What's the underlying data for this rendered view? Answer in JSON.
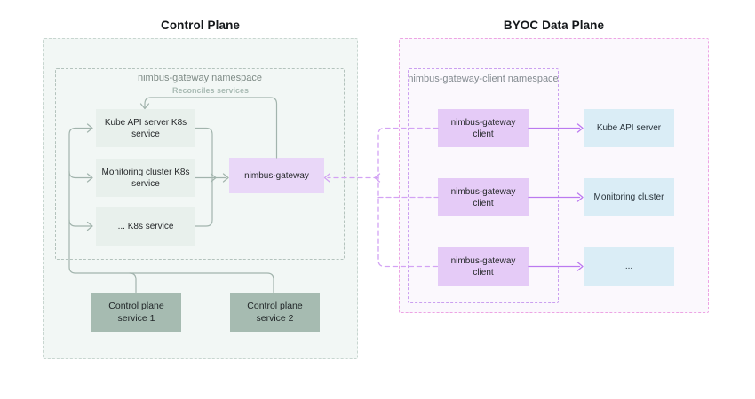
{
  "control_plane": {
    "title": "Control Plane",
    "namespace_title": "nimbus-gateway namespace",
    "reconciles_label": "Reconciles services",
    "k8s_services": [
      "Kube API server K8s service",
      "Monitoring cluster K8s service",
      "... K8s service"
    ],
    "gateway_label": "nimbus-gateway",
    "plane_services": [
      "Control plane service 1",
      "Control plane service 2"
    ]
  },
  "data_plane": {
    "title": "BYOC Data Plane",
    "namespace_title": "nimbus-gateway-client namespace",
    "client_labels": [
      "nimbus-gateway client",
      "nimbus-gateway client",
      "nimbus-gateway client"
    ],
    "target_labels": [
      "Kube API server",
      "Monitoring cluster",
      "..."
    ]
  },
  "colors": {
    "k8s_service_fill": "#e8f0ec",
    "gateway_fill": "#e9d7f8",
    "client_fill": "#e5cbf7",
    "target_fill": "#daedf6",
    "plane_service_fill": "#a6bbb1",
    "gray_line": "#a2b4ad",
    "purple_arrow": "#bb7af0",
    "dashed_connector": "#d3a3f4",
    "control_plane_border_outer": "#c8d6d0",
    "control_plane_border_inner": "#b4c3bd",
    "data_plane_border_outer": "#eda4e4",
    "data_plane_border_inner": "#cba0f0"
  }
}
